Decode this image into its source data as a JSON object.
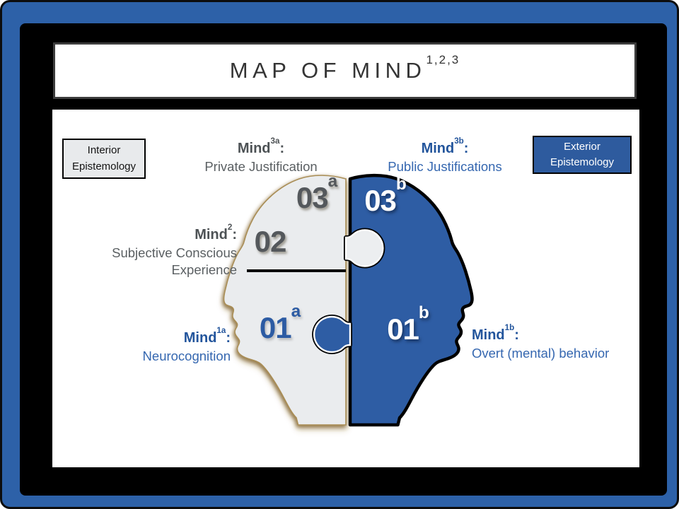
{
  "title": {
    "text": "MAP OF MIND",
    "superscript": "1,2,3"
  },
  "legend": {
    "interior": {
      "line1": "Interior",
      "line2": "Epistemology"
    },
    "exterior": {
      "line1": "Exterior",
      "line2": "Epistemology"
    }
  },
  "labels": {
    "mind3a": {
      "name": "Mind",
      "sup": "3a",
      "colon": ":",
      "desc": "Private Justification"
    },
    "mind3b": {
      "name": "Mind",
      "sup": "3b",
      "colon": ":",
      "desc": "Public Justifications"
    },
    "mind2": {
      "name": "Mind",
      "sup": "2",
      "colon": ":",
      "desc_line1": "Subjective Conscious",
      "desc_line2": "Experience"
    },
    "mind1a": {
      "name": "Mind",
      "sup": "1a",
      "colon": ":",
      "desc": "Neurocognition"
    },
    "mind1b": {
      "name": "Mind",
      "sup": "1b",
      "colon": ":",
      "desc": "Overt (mental) behavior"
    }
  },
  "pieces": {
    "p03a": {
      "num": "03",
      "sup": "a"
    },
    "p03b": {
      "num": "03",
      "sup": "b"
    },
    "p02": {
      "num": "02",
      "sup": ""
    },
    "p01a": {
      "num": "01",
      "sup": "a"
    },
    "p01b": {
      "num": "01",
      "sup": "b"
    }
  },
  "colors": {
    "frame_blue": "#2d61a8",
    "frame_black": "#000000",
    "panel_white": "#ffffff",
    "head_gray": "#eaecee",
    "head_blue": "#2e5da4",
    "glow_tan": "#8a6d3b",
    "number_gray": "#54585c",
    "number_blue": "#2c5ba3",
    "label_gray": "#4d5255",
    "label_blue": "#23559c"
  }
}
